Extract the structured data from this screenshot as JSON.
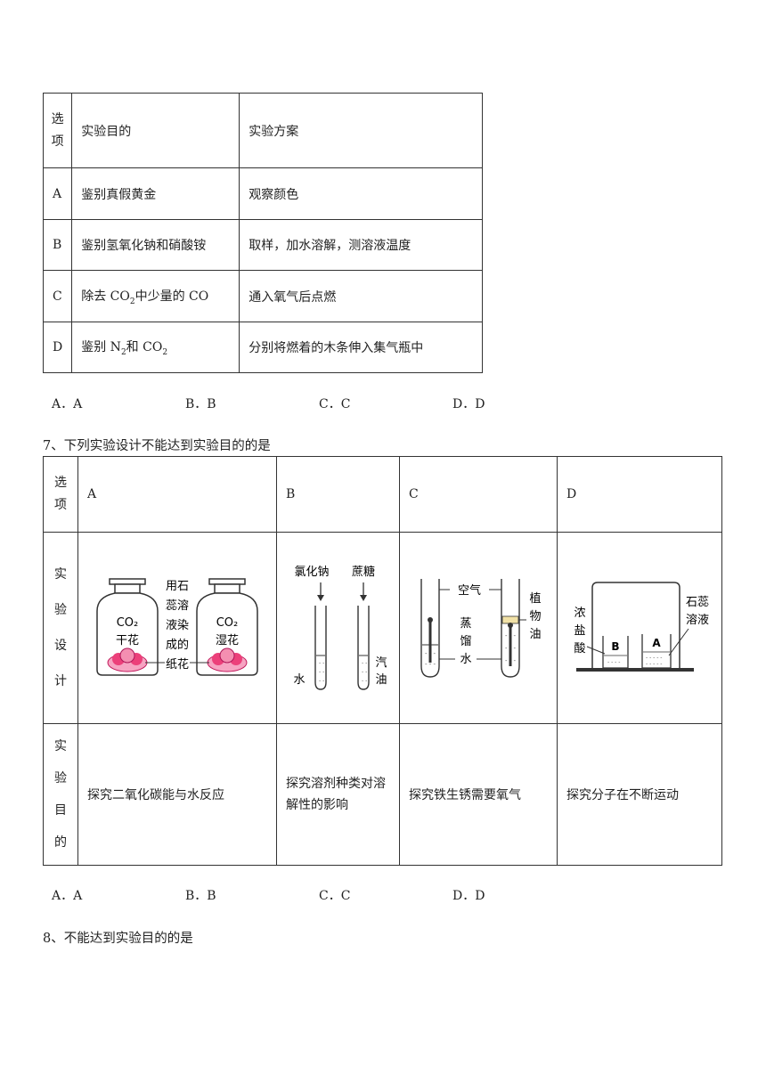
{
  "table1": {
    "header": {
      "col1_line1": "选",
      "col1_line2": "项",
      "col2": "实验目的",
      "col3": "实验方案"
    },
    "rows": [
      {
        "option": "A",
        "goal": "鉴别真假黄金",
        "plan": "观察颜色"
      },
      {
        "option": "B",
        "goal": "鉴别氢氧化钠和硝酸铵",
        "plan": "取样，加水溶解，测溶液温度"
      },
      {
        "option": "C",
        "goal_pre": "除去 CO",
        "goal_sub": "2",
        "goal_post": "中少量的 CO",
        "plan": "通入氧气后点燃"
      },
      {
        "option": "D",
        "goal_pre": "鉴别 N",
        "goal_sub": "2",
        "goal_mid": "和 CO",
        "goal_sub2": "2",
        "plan": "分别将燃着的木条伸入集气瓶中"
      }
    ]
  },
  "answers1": [
    "A．A",
    "B．B",
    "C．C",
    "D．D"
  ],
  "q7": {
    "title": "7、下列实验设计不能达到实验目的的是",
    "row_labels": {
      "option": [
        "选",
        "项"
      ],
      "design": [
        "实",
        "验",
        "设",
        "计"
      ],
      "goal": [
        "实",
        "验",
        "目",
        "的"
      ]
    },
    "options": [
      "A",
      "B",
      "C",
      "D"
    ],
    "figA": {
      "bottle_gas": "CO₂",
      "left_flower": "干花",
      "right_flower": "湿花",
      "note": [
        "用石",
        "蕊溶",
        "液染",
        "成的",
        "纸花"
      ]
    },
    "figB": {
      "left_solute": "氯化钠",
      "right_solute": "蔗糖",
      "left_solvent": "水",
      "right_solvent": [
        "汽",
        "油"
      ]
    },
    "figC": {
      "air": "空气",
      "water": [
        "蒸",
        "馏",
        "水"
      ],
      "oil": [
        "植",
        "物",
        "油"
      ]
    },
    "figD": {
      "acid": [
        "浓",
        "盐",
        "酸"
      ],
      "litmus": [
        "石蕊",
        "溶液"
      ],
      "beaker_b": "B",
      "beaker_a": "A"
    },
    "goals": [
      "探究二氧化碳能与水反应",
      "探究溶剂种类对溶解性的影响",
      "探究铁生锈需要氧气",
      "探究分子在不断运动"
    ]
  },
  "answers2": [
    "A．A",
    "B．B",
    "C．C",
    "D．D"
  ],
  "q8": {
    "title": "8、不能达到实验目的的是"
  }
}
